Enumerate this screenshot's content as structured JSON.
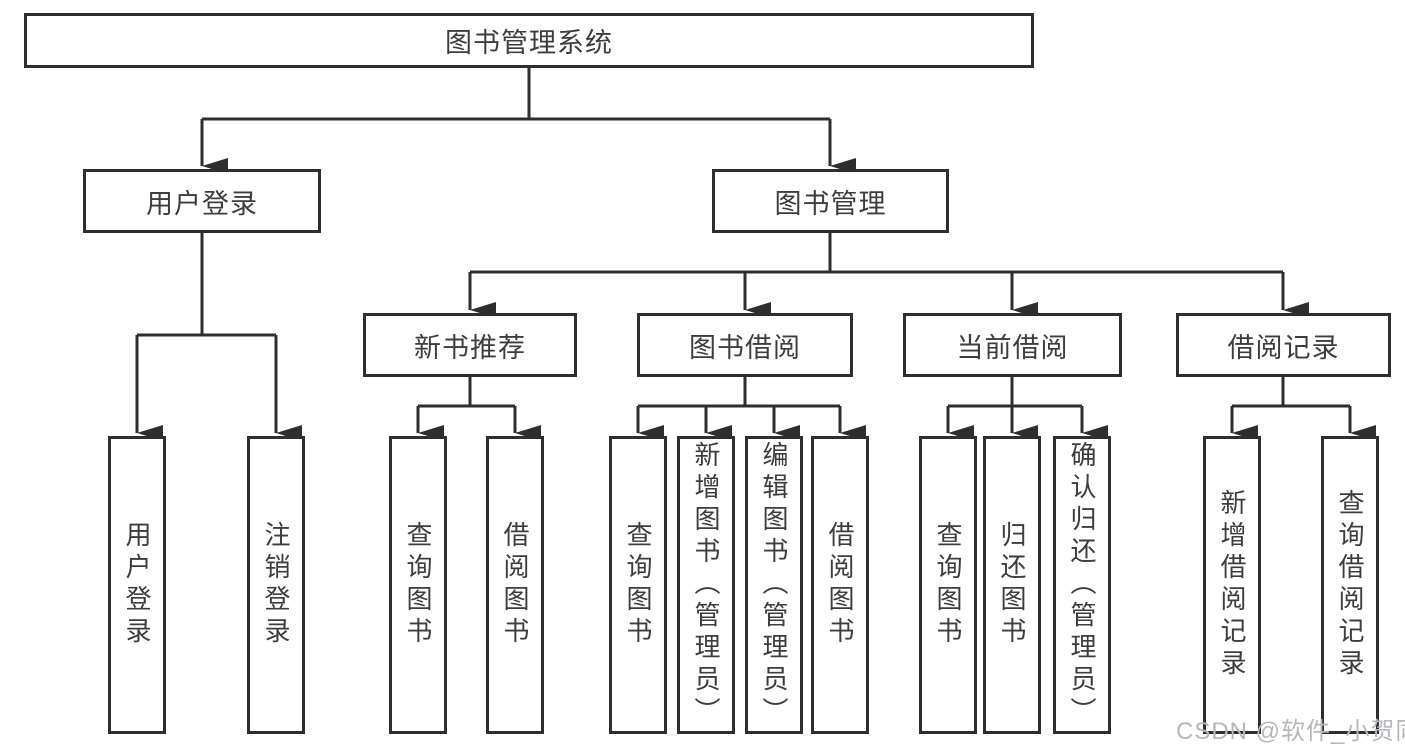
{
  "diagram": {
    "root": "图书管理系统",
    "branches": [
      {
        "label": "用户登录",
        "children": [
          {
            "label": "用户登录"
          },
          {
            "label": "注销登录"
          }
        ]
      },
      {
        "label": "图书管理",
        "children": [
          {
            "label": "新书推荐",
            "children": [
              {
                "label": "查询图书"
              },
              {
                "label": "借阅图书"
              }
            ]
          },
          {
            "label": "图书借阅",
            "children": [
              {
                "label": "查询图书"
              },
              {
                "label": "新增图书（管理员）"
              },
              {
                "label": "编辑图书（管理员）"
              },
              {
                "label": "借阅图书"
              }
            ]
          },
          {
            "label": "当前借阅",
            "children": [
              {
                "label": "查询图书"
              },
              {
                "label": "归还图书"
              },
              {
                "label": "确认归还（管理员）"
              }
            ]
          },
          {
            "label": "借阅记录",
            "children": [
              {
                "label": "新增借阅记录"
              },
              {
                "label": "查询借阅记录"
              }
            ]
          }
        ]
      }
    ]
  },
  "watermark": "CSDN @软件_小贺同学",
  "colors": {
    "line": "#2e2e2e",
    "text": "#3d3d3d",
    "background": "#ffffff",
    "watermark": "#b5b7bb"
  }
}
